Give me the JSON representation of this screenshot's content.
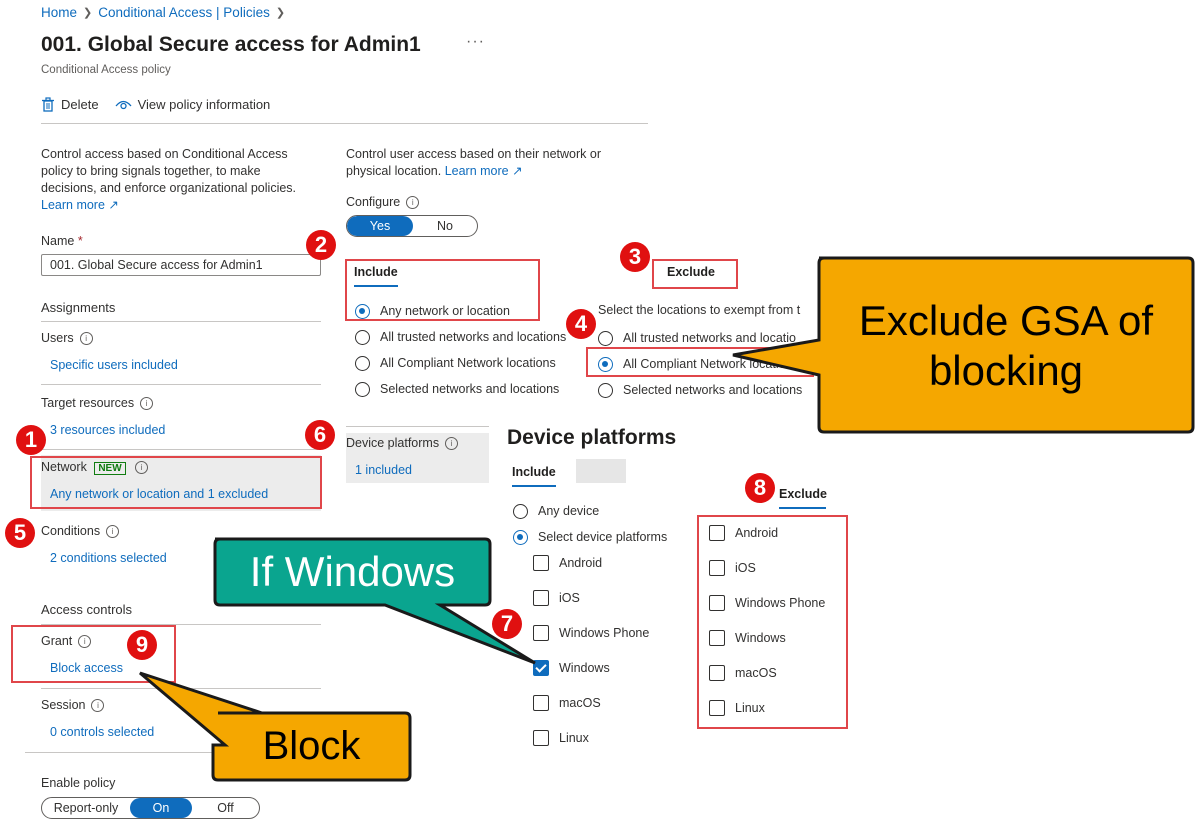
{
  "breadcrumb": {
    "home": "Home",
    "policies": "Conditional Access | Policies"
  },
  "page": {
    "title": "001. Global Secure access for Admin1",
    "more": "···",
    "subtitle": "Conditional Access policy"
  },
  "toolbar": {
    "delete": "Delete",
    "view": "View policy information"
  },
  "left": {
    "description": "Control access based on Conditional Access policy to bring signals together, to make decisions, and enforce organizational policies.",
    "learn_more": "Learn more",
    "name_label": "Name",
    "name_required": "*",
    "name_value": "001. Global Secure access for Admin1",
    "assignments": "Assignments",
    "users_label": "Users",
    "users_value": "Specific users included",
    "target_label": "Target resources",
    "target_value": "3 resources included",
    "network_label": "Network",
    "network_new": "NEW",
    "network_value": "Any network or location and 1 excluded",
    "conditions_label": "Conditions",
    "conditions_value": "2 conditions selected",
    "access_controls": "Access controls",
    "grant_label": "Grant",
    "grant_value": "Block access",
    "session_label": "Session",
    "session_value": "0 controls selected",
    "enable_label": "Enable policy",
    "enable_options": [
      "Report-only",
      "On",
      "Off"
    ]
  },
  "network": {
    "description": "Control user access based on their network or physical location.",
    "learn_more": "Learn more",
    "configure_label": "Configure",
    "configure_yes": "Yes",
    "configure_no": "No",
    "include_tab": "Include",
    "exclude_tab": "Exclude",
    "include_options": [
      "Any network or location",
      "All trusted networks and locations",
      "All Compliant Network locations",
      "Selected networks and locations"
    ],
    "exclude_intro": "Select the locations to exempt from t",
    "exclude_options": [
      "All trusted networks and locatio",
      "All Compliant Network locations",
      "Selected networks and locations"
    ]
  },
  "conditions": {
    "device_platforms_label": "Device platforms",
    "device_platforms_value": "1 included"
  },
  "device_platforms": {
    "heading": "Device platforms",
    "include_tab": "Include",
    "exclude_tab": "Exclude",
    "any_device": "Any device",
    "select_platforms": "Select device platforms",
    "platforms": [
      "Android",
      "iOS",
      "Windows Phone",
      "Windows",
      "macOS",
      "Linux"
    ],
    "included_checked": [
      false,
      false,
      false,
      true,
      false,
      false
    ],
    "excluded_checked": [
      false,
      false,
      false,
      false,
      false,
      false
    ]
  },
  "annotations": {
    "badges": [
      "1",
      "2",
      "3",
      "4",
      "5",
      "6",
      "7",
      "8",
      "9"
    ],
    "callout_gsa": "Exclude GSA of blocking",
    "callout_windows": "If Windows",
    "callout_block": "Block",
    "colors": {
      "badge": "#e01010",
      "box": "#e0464a",
      "callout_orange": "#f5a700",
      "callout_green": "#0aa58f",
      "accent": "#0f6cbd"
    }
  }
}
